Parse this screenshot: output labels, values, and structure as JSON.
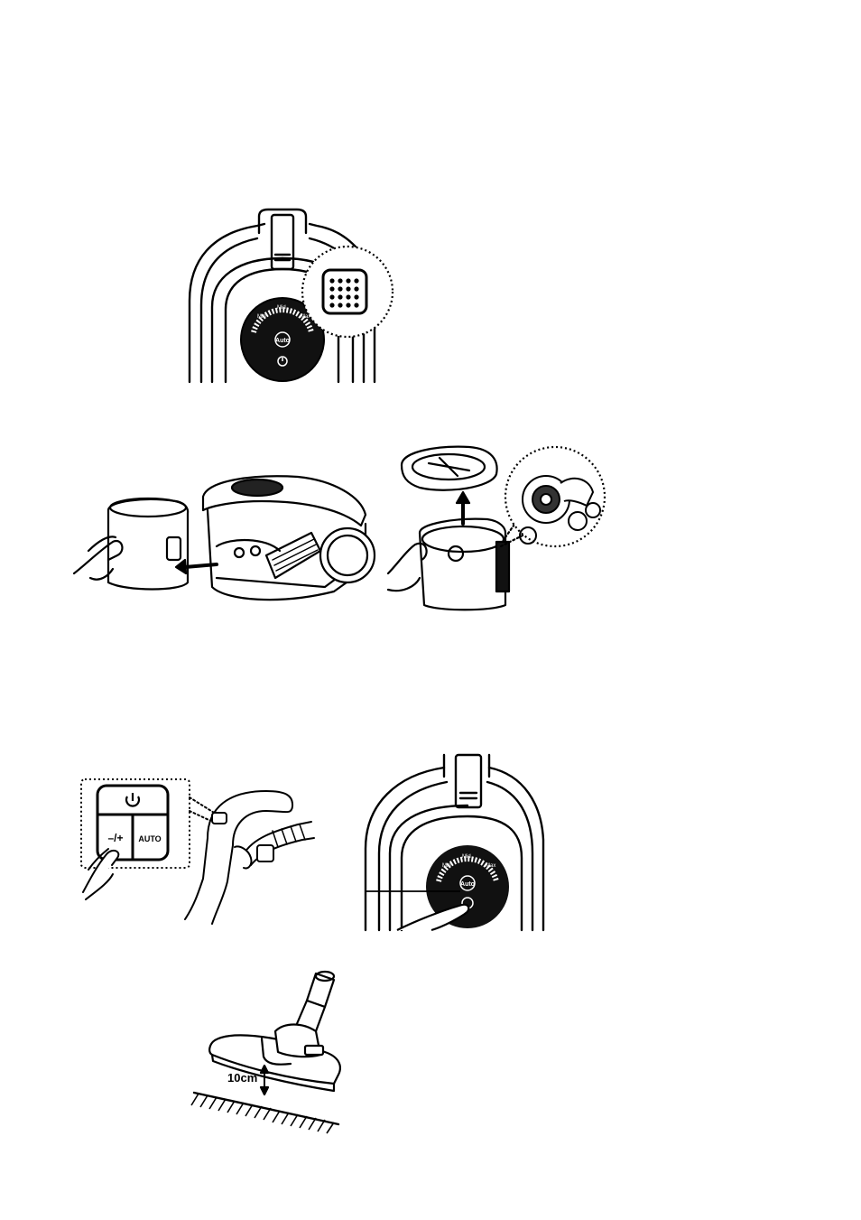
{
  "fig1": {
    "dial_labels": [
      "Min",
      "Mid",
      "Max"
    ],
    "auto_label": "Auto"
  },
  "fig5": {
    "auto_label": "AUTO",
    "minus_plus_label": "–/+"
  },
  "fig6": {
    "dial_labels": [
      "Min",
      "Mid",
      "Max"
    ],
    "auto_label": "Auto"
  },
  "fig7": {
    "height_label": "10cm"
  }
}
